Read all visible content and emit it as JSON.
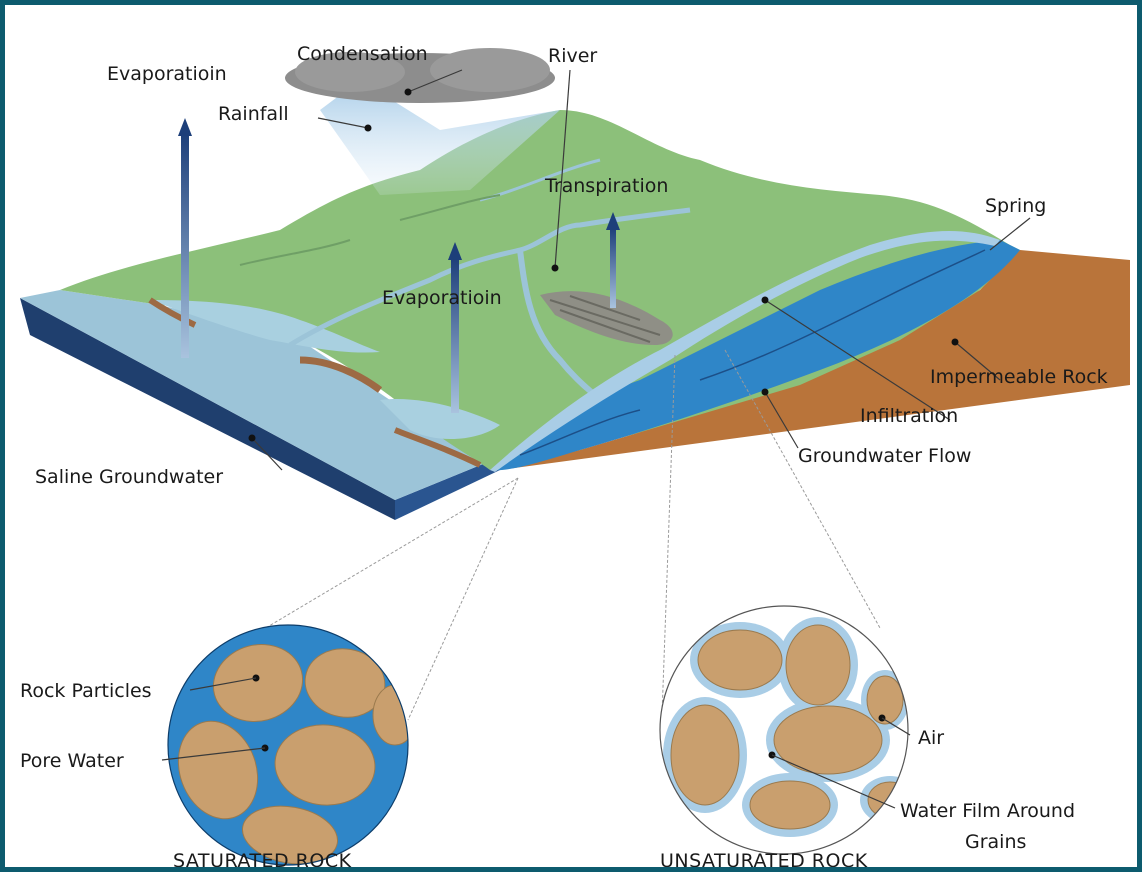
{
  "labels": {
    "condensation": "Condensation",
    "river": "River",
    "evaporation_top": "Evaporatioin",
    "rainfall": "Rainfall",
    "transpiration": "Transpiration",
    "spring": "Spring",
    "evaporation_mid": "Evaporatioin",
    "impermeable_rock": "Impermeable Rock",
    "infiltration": "Infiltration",
    "groundwater_flow": "Groundwater Flow",
    "saline_groundwater": "Saline Groundwater",
    "rock_particles": "Rock Particles",
    "pore_water": "Pore Water",
    "air": "Air",
    "water_film_line1": "Water Film Around",
    "water_film_line2": "Grains",
    "saturated_caption": "SATURATED ROCK",
    "unsaturated_caption": "UNSATURATED ROCK"
  },
  "colors": {
    "frame": "#0d5b6e",
    "land": "#8cc07a",
    "sea": "#9cc4d8",
    "groundwater": "#2f86c8",
    "rock": "#b9743a",
    "grain": "#c99f6e",
    "cloud": "#8d8d8d"
  }
}
